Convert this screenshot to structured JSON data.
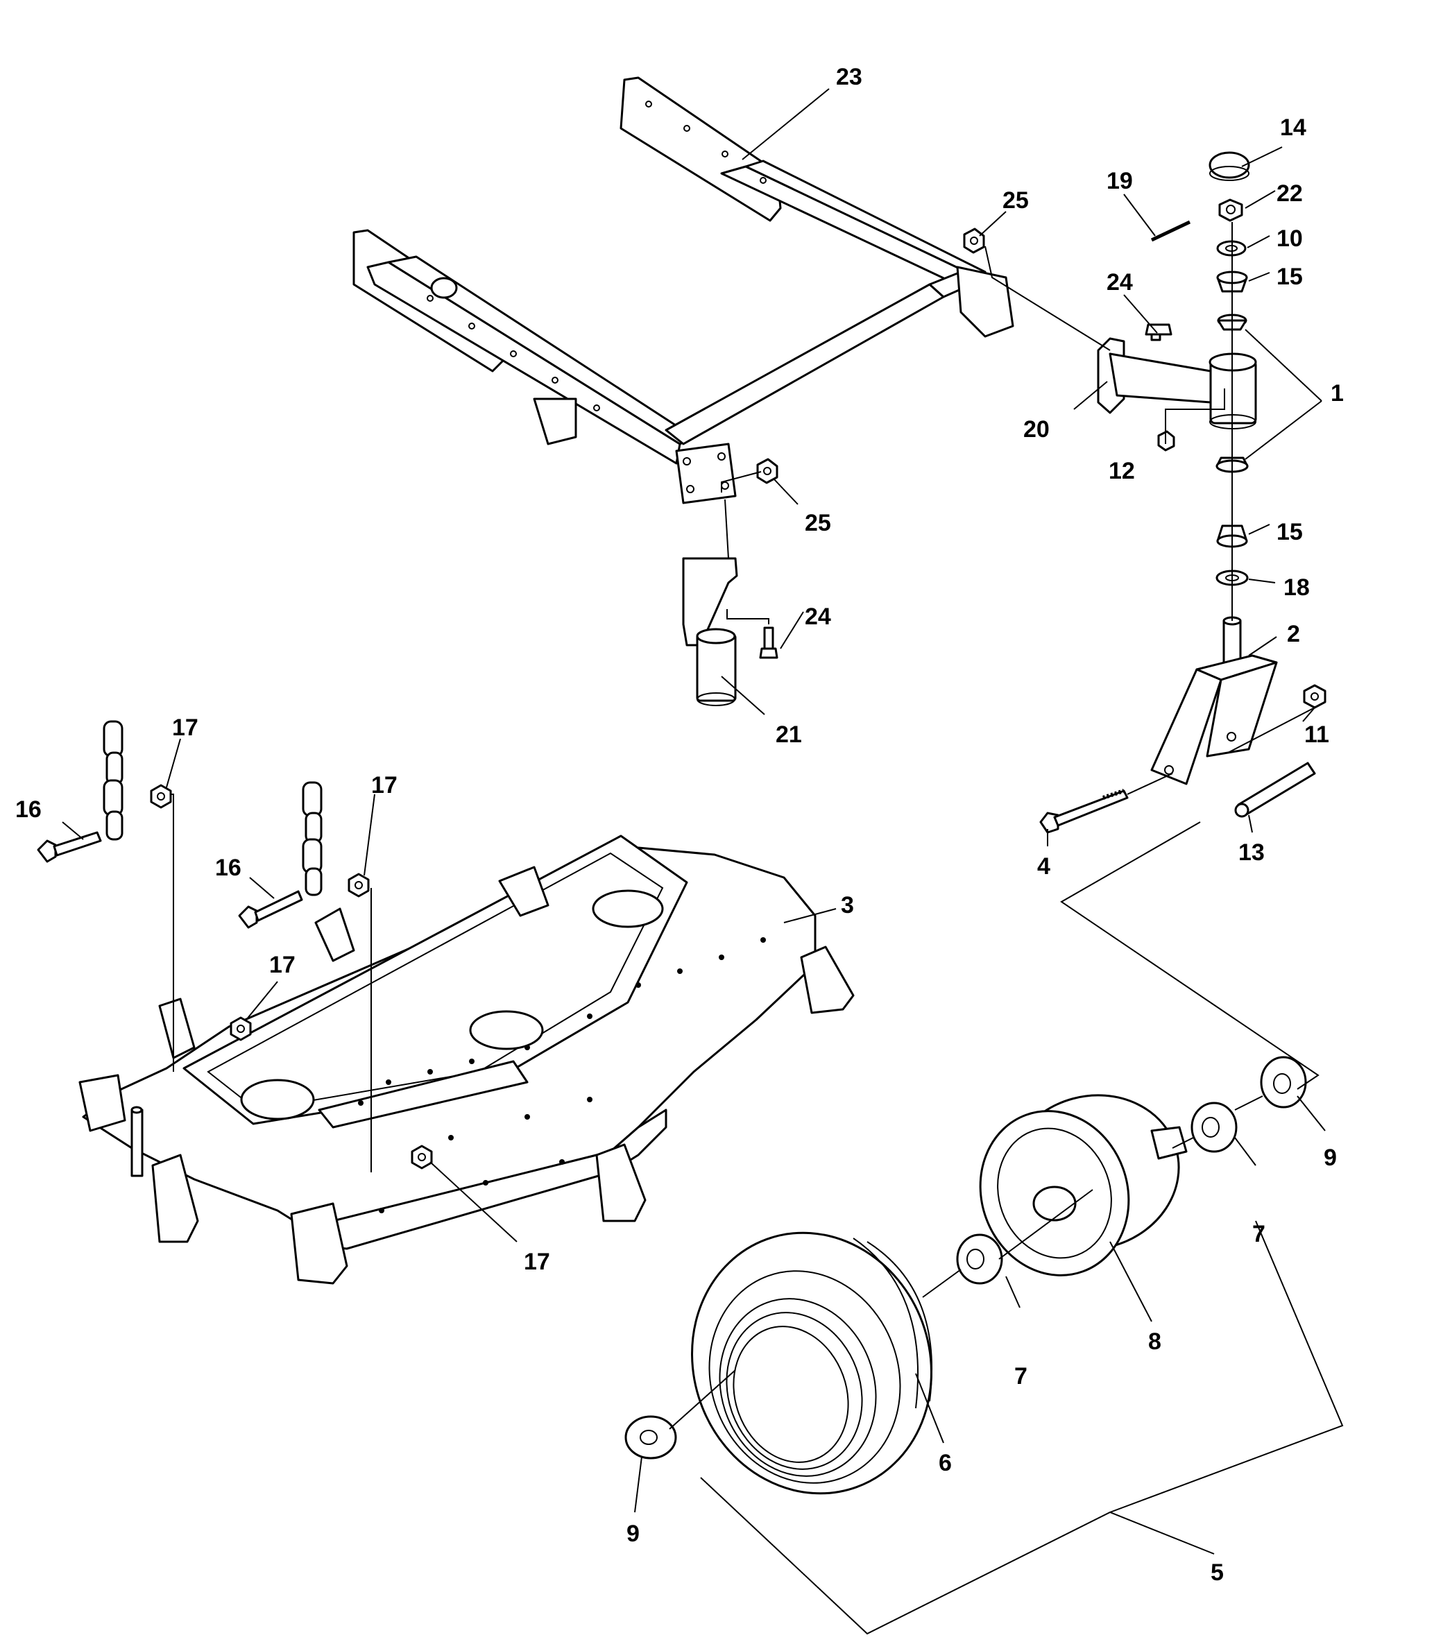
{
  "callouts": {
    "c1": "1",
    "c2": "2",
    "c3": "3",
    "c4": "4",
    "c5": "5",
    "c6": "6",
    "c7a": "7",
    "c7b": "7",
    "c8": "8",
    "c9a": "9",
    "c9b": "9",
    "c10": "10",
    "c11": "11",
    "c12": "12",
    "c13": "13",
    "c14": "14",
    "c15a": "15",
    "c15b": "15",
    "c16a": "16",
    "c16b": "16",
    "c17a": "17",
    "c17b": "17",
    "c17c": "17",
    "c17d": "17",
    "c18": "18",
    "c19": "19",
    "c20": "20",
    "c21": "21",
    "c22": "22",
    "c23": "23",
    "c24a": "24",
    "c24b": "24",
    "c25a": "25",
    "c25b": "25"
  }
}
